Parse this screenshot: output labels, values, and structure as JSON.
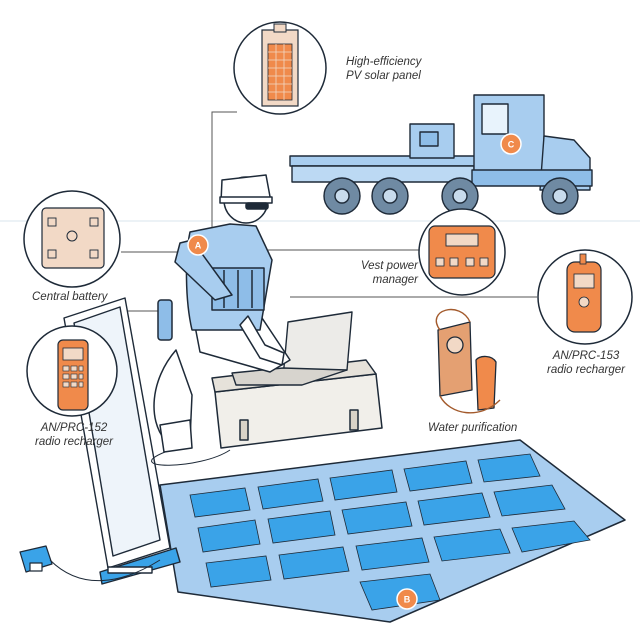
{
  "labels": {
    "solar_panel_line1": "High-efficiency",
    "solar_panel_line2": "PV solar panel",
    "vest_manager_line1": "Vest power",
    "vest_manager_line2": "manager",
    "central_battery": "Central battery",
    "prc153_line1": "AN/PRC-153",
    "prc153_line2": "radio recharger",
    "prc152_line1": "AN/PRC-152",
    "prc152_line2": "radio recharger",
    "water_purification": "Water purification"
  },
  "badges": {
    "a": "A",
    "b": "B",
    "c": "C"
  },
  "colors": {
    "accent_orange": "#f08a4b",
    "panel_blue": "#3aa3e8",
    "equipment_blue": "#a8cdef",
    "outline": "#1e2a38",
    "callout_tan": "#f2d9c6"
  }
}
